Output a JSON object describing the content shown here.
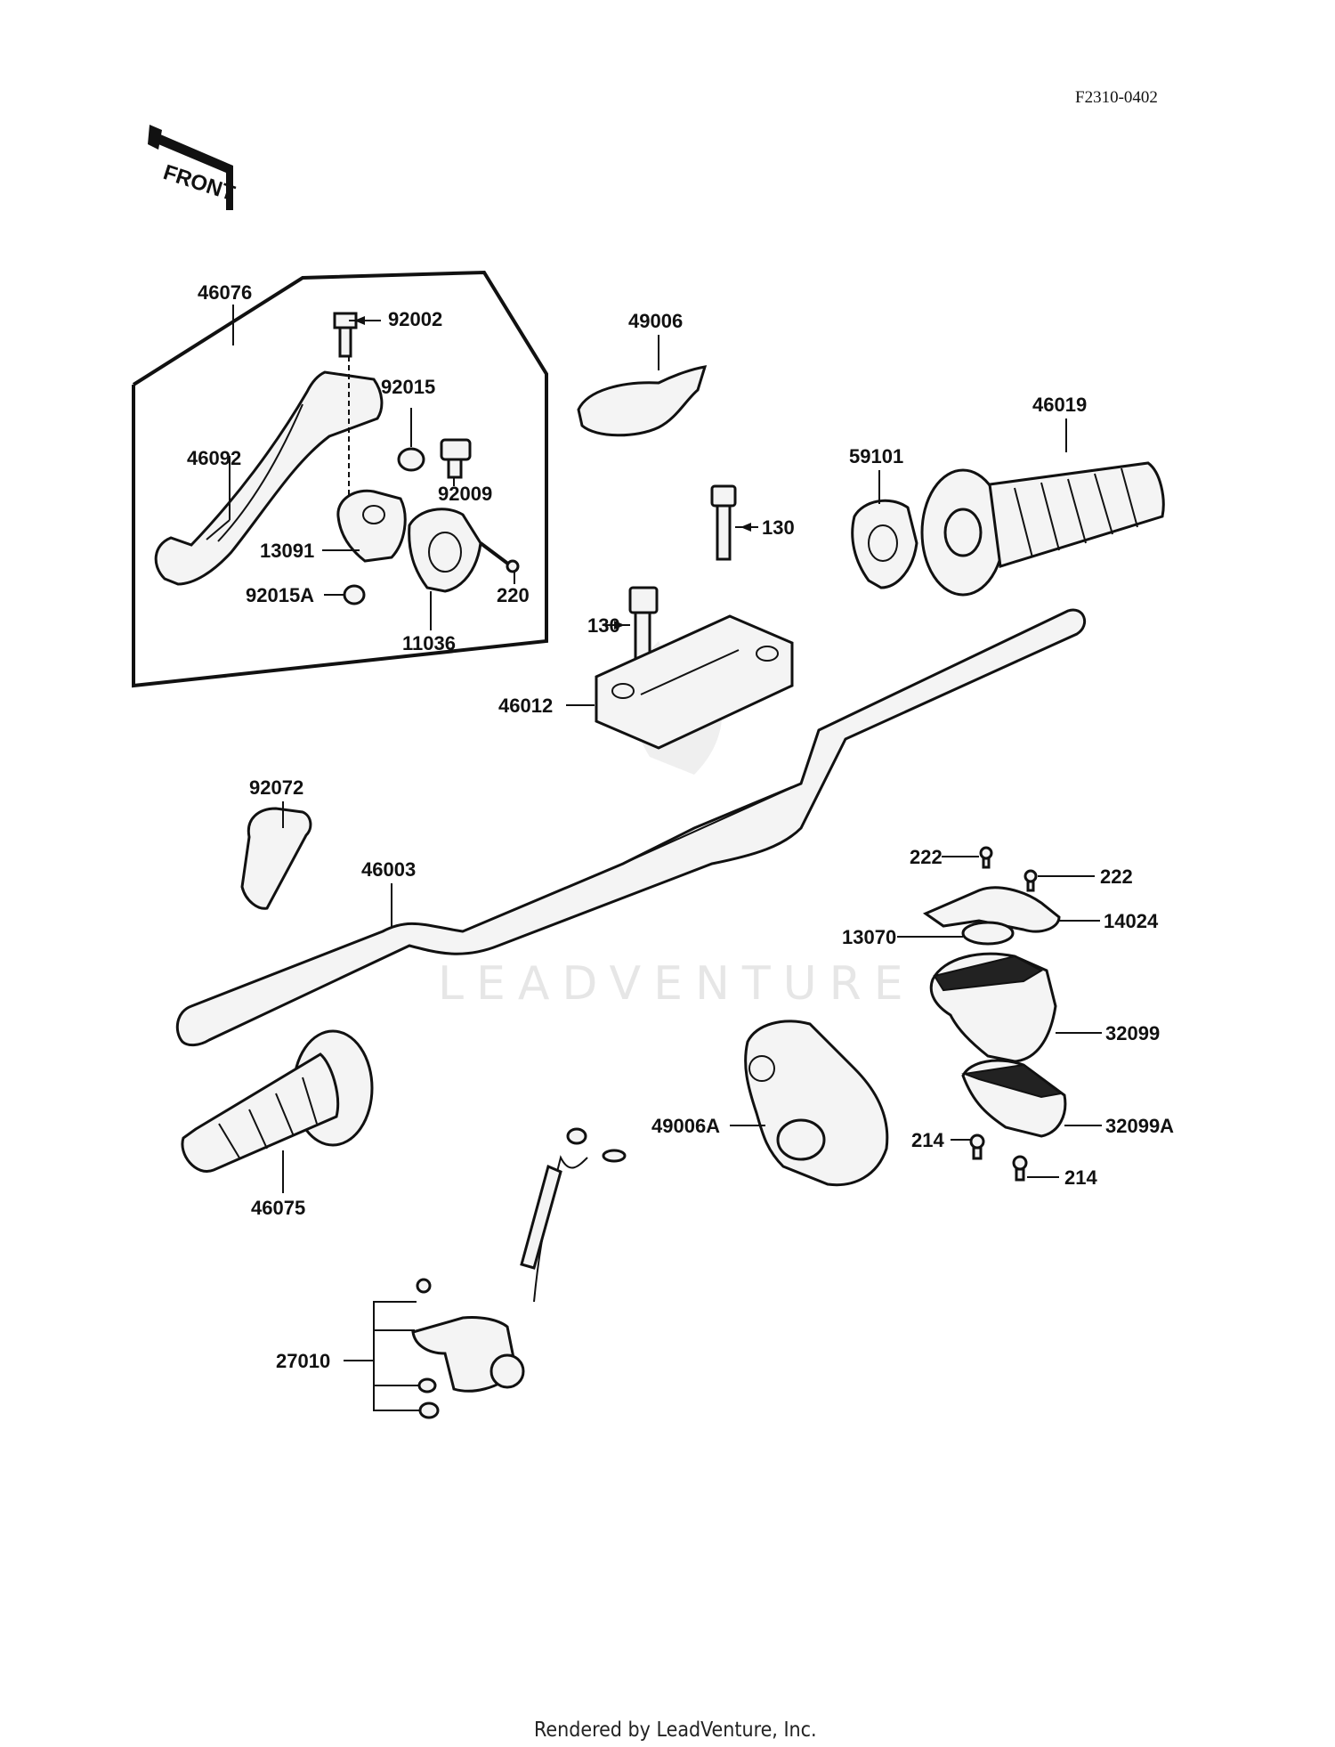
{
  "diagram_code": "F2310-0402",
  "front_marker": "FRONT",
  "watermark": "LEADVENTURE",
  "footer": "Rendered by LeadVenture, Inc.",
  "labels": {
    "p46076": "46076",
    "p92002": "92002",
    "p92015": "92015",
    "p46092": "46092",
    "p92009": "92009",
    "p13091": "13091",
    "p92015A": "92015A",
    "p220": "220",
    "p11036": "11036",
    "p49006": "49006",
    "p46019": "46019",
    "p59101": "59101",
    "p130a": "130",
    "p130b": "130",
    "p46012": "46012",
    "p92072": "92072",
    "p46003": "46003",
    "p222a": "222",
    "p222b": "222",
    "p13070": "13070",
    "p14024": "14024",
    "p32099": "32099",
    "p49006A": "49006A",
    "p32099A": "32099A",
    "p214a": "214",
    "p214b": "214",
    "p46075": "46075",
    "p27010": "27010"
  }
}
